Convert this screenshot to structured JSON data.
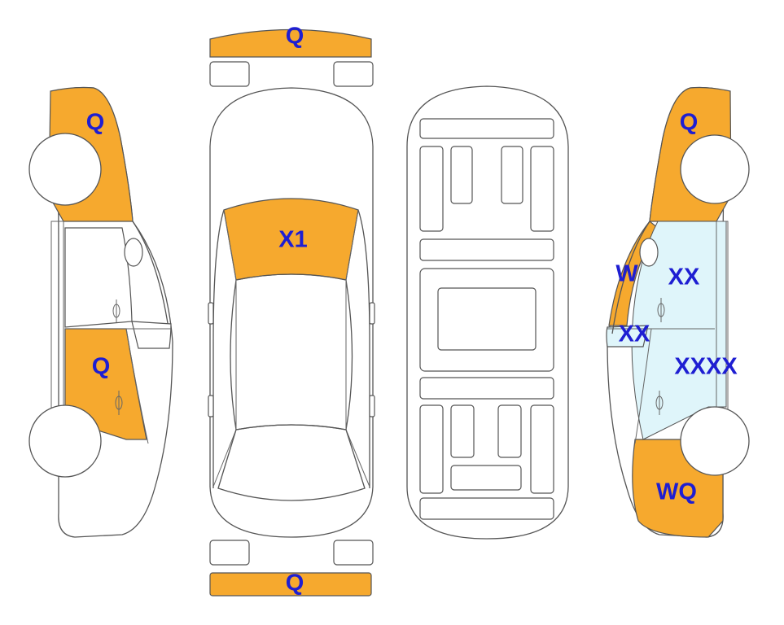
{
  "colors": {
    "damage_fill": "#F6A92E",
    "glass_fill": "#DFF5FA",
    "code_text": "#1E1ED2",
    "outline": "#555555"
  },
  "panels": {
    "front_bumper": {
      "code": "Q",
      "status": "damaged"
    },
    "rear_bumper": {
      "code": "Q",
      "status": "damaged"
    },
    "hood": {
      "code": "X1",
      "status": "damaged"
    },
    "left_front_fender": {
      "code": "Q",
      "status": "damaged"
    },
    "left_rear_door": {
      "code": "Q",
      "status": "damaged"
    },
    "right_front_fender": {
      "code": "Q",
      "status": "damaged"
    },
    "right_a_pillar": {
      "code": "W",
      "status": "damaged"
    },
    "right_front_window": {
      "code": "XX",
      "status": "glass"
    },
    "right_front_door": {
      "code": "XX",
      "status": "glass"
    },
    "right_rear_door": {
      "code": "XXXX",
      "status": "glass"
    },
    "right_rear_quarter": {
      "code": "WQ",
      "status": "damaged"
    }
  }
}
